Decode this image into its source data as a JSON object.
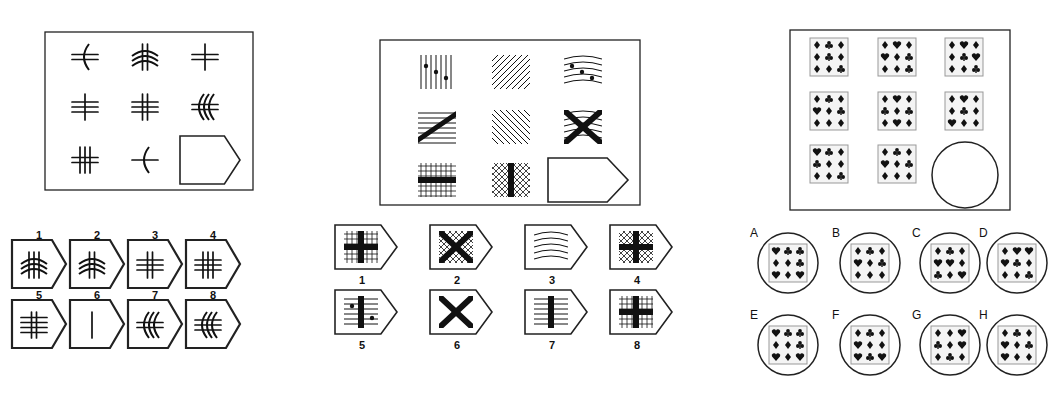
{
  "diagram": {
    "labels": [
      "1",
      "2",
      "3",
      "4",
      "5",
      "6",
      "7",
      "8",
      "1",
      "2",
      "3",
      "4",
      "5",
      "6",
      "7",
      "8",
      "A",
      "B",
      "C",
      "D",
      "E",
      "F",
      "G",
      "H"
    ]
  }
}
